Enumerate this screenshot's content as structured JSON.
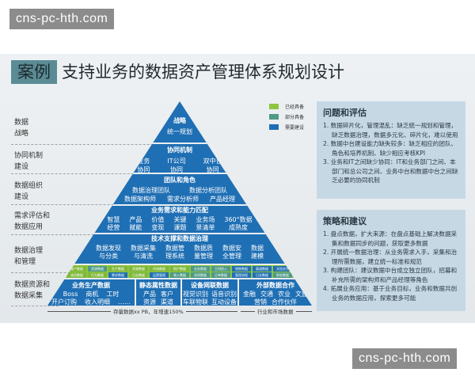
{
  "watermark": "cns-pc-hth.com",
  "title": {
    "tag": "案例",
    "text": "支持业务的数据资产管理体系规划设计"
  },
  "left_labels": [
    "数据\n战略",
    "协同机制\n建设",
    "数据组织\n建设",
    "需求评估和\n数据应用",
    "数据治理\n和管理",
    "数据资源和\n数据采集"
  ],
  "legend": [
    {
      "label": "已经具备",
      "color": "#8dc63f"
    },
    {
      "label": "部分具备",
      "color": "#4f9a86"
    },
    {
      "label": "需要建设",
      "color": "#1f6fb4"
    }
  ],
  "pyramid": {
    "strategy": {
      "title": "战略",
      "items": [
        "统一规划"
      ]
    },
    "collab": {
      "title": "协同机制",
      "items": [
        "业务\n协同",
        "IT公司\n协同",
        "双中台\n协同"
      ]
    },
    "team": {
      "title": "团队和角色",
      "row1": [
        "数据治理团队",
        "数据分析团队"
      ],
      "row2": [
        "数据架构师",
        "需求分析师",
        "产品经理"
      ]
    },
    "demand": {
      "title": "业务需求和能力匹配",
      "items": [
        "智慧\n经营",
        "产品\n赋能",
        "价值\n变现",
        "关键\n课题",
        "业务场\n景清单",
        "360°数据\n成熟度"
      ]
    },
    "tech": {
      "title": "技术支撑和数据治理",
      "items": [
        "数据发现\n与分类",
        "数据采集\n与清洗",
        "数据管\n理系统",
        "数据质\n量管理",
        "数据安\n全管理",
        "数据\n建模"
      ]
    },
    "chips": [
      [
        {
          "t": "客户数据",
          "s": "ready"
        },
        {
          "t": "资源数据",
          "s": "partial"
        },
        {
          "t": "生产数据",
          "s": "ready"
        },
        {
          "t": "资源数据",
          "s": "ready"
        },
        {
          "t": "市场数据",
          "s": "ready"
        },
        {
          "t": "财户数据",
          "s": "ready"
        },
        {
          "t": "业务数据",
          "s": "partial"
        },
        {
          "t": "工时投入",
          "s": "partial"
        },
        {
          "t": "销售数据",
          "s": "need"
        },
        {
          "t": "渠道数据",
          "s": "need"
        },
        {
          "t": "文档文件",
          "s": "need"
        }
      ],
      [
        {
          "t": "成员数据",
          "s": "ready"
        },
        {
          "t": "行为数据",
          "s": "ready"
        },
        {
          "t": "需求数据",
          "s": "need"
        },
        {
          "t": "日志数据",
          "s": "ready"
        },
        {
          "t": "运营管理",
          "s": "need"
        },
        {
          "t": "收入数据",
          "s": "partial"
        },
        {
          "t": "合同数据",
          "s": "partial"
        },
        {
          "t": "订单数据",
          "s": "partial"
        },
        {
          "t": "管理流程",
          "s": "need"
        },
        {
          "t": "日志数据",
          "s": "need"
        },
        {
          "t": "财务数据",
          "s": "partial"
        }
      ]
    ],
    "sources": [
      {
        "title": "业务生产数据",
        "items": [
          "Boss",
          "商机",
          "工时",
          "开户订购",
          "收入明细",
          "……"
        ]
      },
      {
        "title": "静态属性数据",
        "items": [
          "产品",
          "客户",
          "资源",
          "渠道"
        ]
      },
      {
        "title": "设备网联数据",
        "items": [
          "视觉识别",
          "语音识别",
          "车联物联",
          "互动设备"
        ]
      },
      {
        "title": "外部数据合作",
        "items": [
          "金融",
          "交通",
          "农业",
          "文旅",
          "营销",
          "合作伙伴"
        ]
      }
    ]
  },
  "axis": {
    "internal": "存量数据xx PB，年增速150%",
    "external": "行业和市场数据"
  },
  "panels": [
    {
      "title": "问题和评估",
      "items": [
        "1. 数据碎片化，管理混乱：缺乏统一规划和管理，缺乏数据治理，数据多元化、碎片化，难以使用",
        "2. 数据中台建设能力缺失较多：缺乏相应的团队、角色和培养机制、缺少相应考核KPI",
        "3. 业务和IT之间缺少协同：IT和业务部门之间、本部门和总公司之间、业务中台和数据中台之间缺乏必要的协同机制"
      ]
    },
    {
      "title": "策略和建议",
      "items": [
        "1. 盘点数据，扩大来源：在盘点基础上解决数据采集和数据同步的问题，获取更多数据",
        "2. 开展统一数据治理：从业务需求入手，采集和治理所需数据，建立统一标准和规范",
        "3. 构建团队：建议数据中台成立独立团队，招募和补充所需的架构师和产品经理等角色",
        "4. 拓展业务应用：基于业务目标，业务和数据共创业务的数据应用，探索更多可能"
      ]
    }
  ]
}
